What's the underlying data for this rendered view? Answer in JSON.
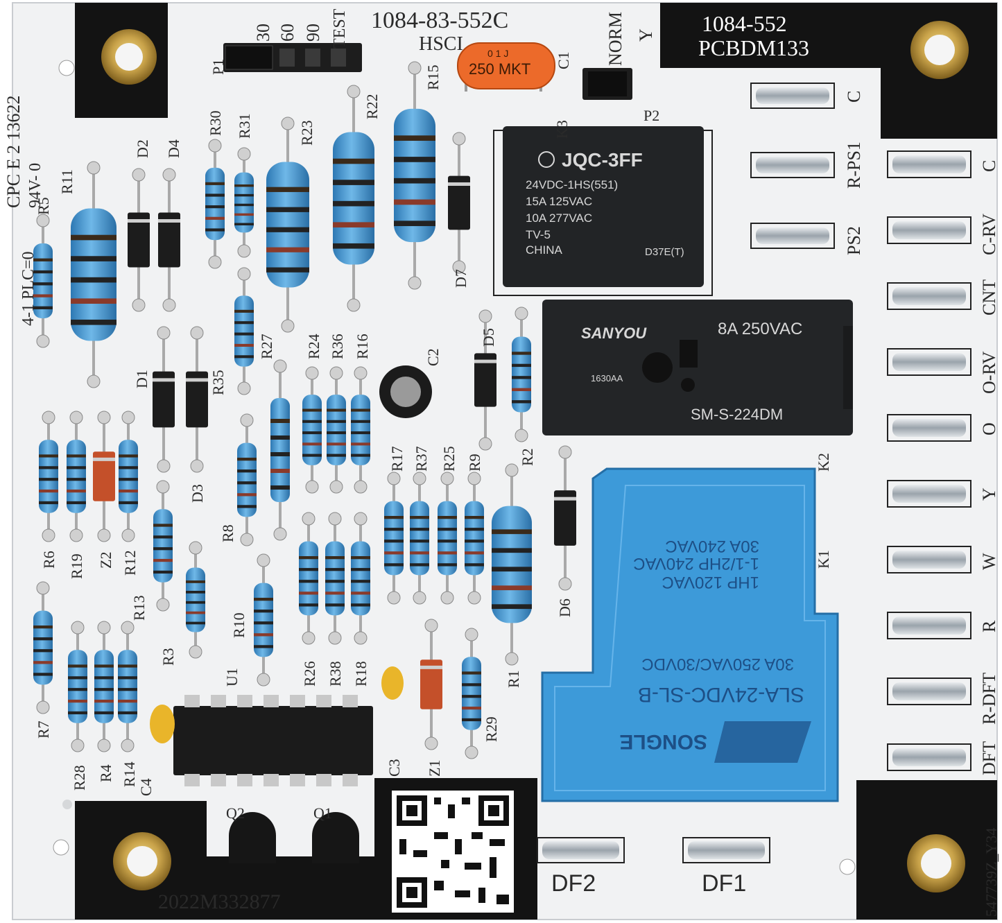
{
  "colors": {
    "board": "#f1f2f3",
    "silkscreen": "#1a1a1a",
    "resistor": "#3f8fc7",
    "relay_black": "#222426",
    "relay_blue": "#3d9ad9",
    "brass": "#c9a34a",
    "capacitor_orange": "#ec6a2a"
  },
  "board_codes": {
    "part_number": "1084-83-552C",
    "hsci": "HSCI",
    "box_line1": "1084-552",
    "box_line2": "PCBDM133",
    "serial": "2022M332877",
    "corner_code": "547739Z_Y34",
    "left_codes": [
      "4-1  PLC=0",
      "CPC E 2 13622",
      "94V- 0"
    ]
  },
  "jumpers": {
    "p1": "P1",
    "p1_options": [
      "30",
      "60",
      "90",
      "TEST"
    ],
    "p2": "P2",
    "p2_options": [
      "NORM",
      "Y"
    ]
  },
  "terminals_mid": [
    "C",
    "R-PS1",
    "PS2"
  ],
  "terminals_right": [
    "C",
    "C-RV",
    "CNT",
    "O-RV",
    "O",
    "Y",
    "W",
    "R",
    "R-DFT",
    "DFT"
  ],
  "bottom_terminals": [
    "DF2",
    "DF1"
  ],
  "relays": {
    "k3": {
      "designator": "K3",
      "brand": "JQC-3FF",
      "lines": [
        "24VDC-1HS(551)",
        "15A  125VAC",
        "10A  277VAC",
        "TV-5",
        "CHINA"
      ],
      "cert": "D37E(T)"
    },
    "k2": {
      "designator": "K2",
      "brand": "SANYOU",
      "rating": "8A  250VAC",
      "model": "SM-S-224DM",
      "cert": "1630AA"
    },
    "k1": {
      "designator": "K1",
      "brand": "SONGLE",
      "lines": [
        "30A 240VAC",
        "1-1/2HP 240VAC",
        "1HP 120VAC",
        "30A  250VAC/30VDC",
        "SLA-24VDC-SL-B"
      ]
    }
  },
  "capacitor_c1": {
    "designator": "C1",
    "marking": "250 MKT",
    "code": "0 1   J"
  },
  "designators": [
    "R5",
    "R11",
    "D2",
    "D4",
    "R30",
    "R31",
    "R23",
    "R22",
    "R15",
    "D7",
    "R27",
    "R24",
    "R36",
    "R16",
    "R35",
    "D1",
    "D3",
    "C2",
    "D5",
    "R2",
    "R6",
    "R19",
    "Z2",
    "R12",
    "R13",
    "R3",
    "R8",
    "R10",
    "R17",
    "R37",
    "R25",
    "R9",
    "R1",
    "D6",
    "R7",
    "R28",
    "R4",
    "R14",
    "C4",
    "U1",
    "R26",
    "R38",
    "R18",
    "C3",
    "Z1",
    "R29",
    "Q2",
    "Q1"
  ]
}
